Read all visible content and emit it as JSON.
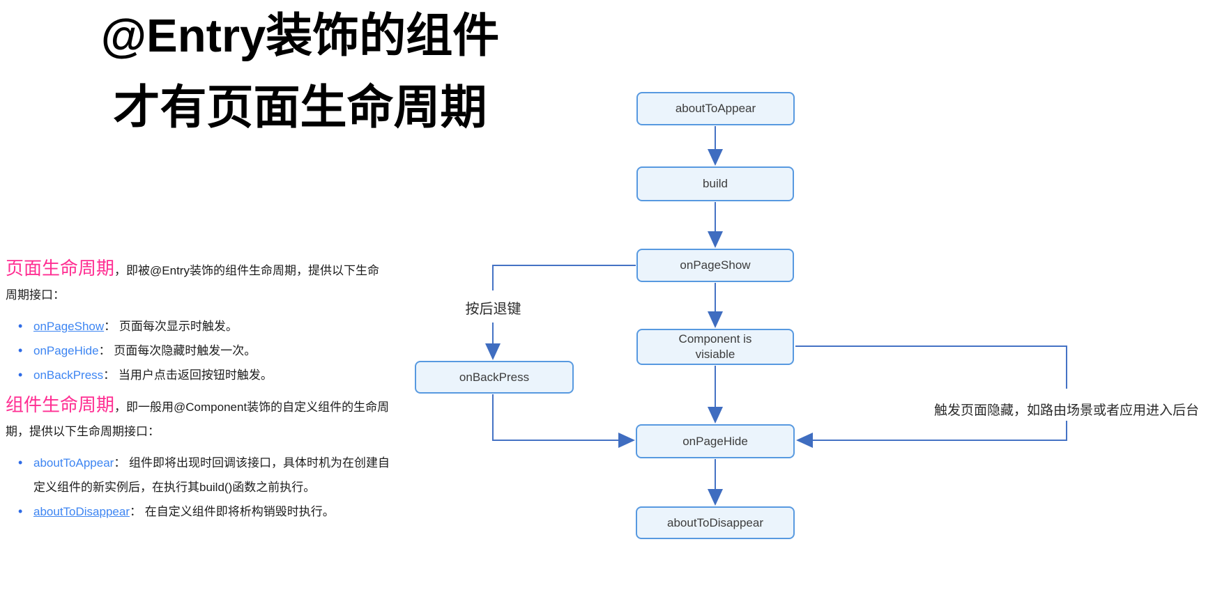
{
  "title": {
    "line1": "@Entry装饰的组件",
    "line2": "才有页面生命周期"
  },
  "sections": [
    {
      "heading": "页面生命周期",
      "intro": "，即被@Entry装饰的组件生命周期，提供以下生命周期接口：",
      "bullets": [
        {
          "term": "onPageShow",
          "desc": "： 页面每次显示时触发。"
        },
        {
          "term": "onPageHide",
          "desc": "： 页面每次隐藏时触发一次。"
        },
        {
          "term": "onBackPress",
          "desc": "： 当用户点击返回按钮时触发。"
        }
      ]
    },
    {
      "heading": "组件生命周期",
      "intro": "，即一般用@Component装饰的自定义组件的生命周期，提供以下生命周期接口：",
      "bullets": [
        {
          "term": "aboutToAppear",
          "desc": "： 组件即将出现时回调该接口，具体时机为在创建自定义组件的新实例后，在执行其build()函数之前执行。"
        },
        {
          "term": "aboutToDisappear",
          "desc": "： 在自定义组件即将析构销毁时执行。"
        }
      ]
    }
  ],
  "flowchart": {
    "nodes": {
      "aboutToAppear": "aboutToAppear",
      "build": "build",
      "onPageShow": "onPageShow",
      "componentVisible_line1": "Component is",
      "componentVisible_line2": "visiable",
      "onBackPress": "onBackPress",
      "onPageHide": "onPageHide",
      "aboutToDisappear": "aboutToDisappear"
    },
    "edge_labels": {
      "back_key": "按后退键",
      "page_hide_trigger": "触发页面隐藏，如路由场景或者应用进入后台"
    }
  },
  "colors": {
    "heading_pink": "#ff2e92",
    "link_blue": "#3d85f2",
    "node_fill": "#ebf4fc",
    "node_border": "#5799e0",
    "arrow_blue": "#4472c4"
  }
}
